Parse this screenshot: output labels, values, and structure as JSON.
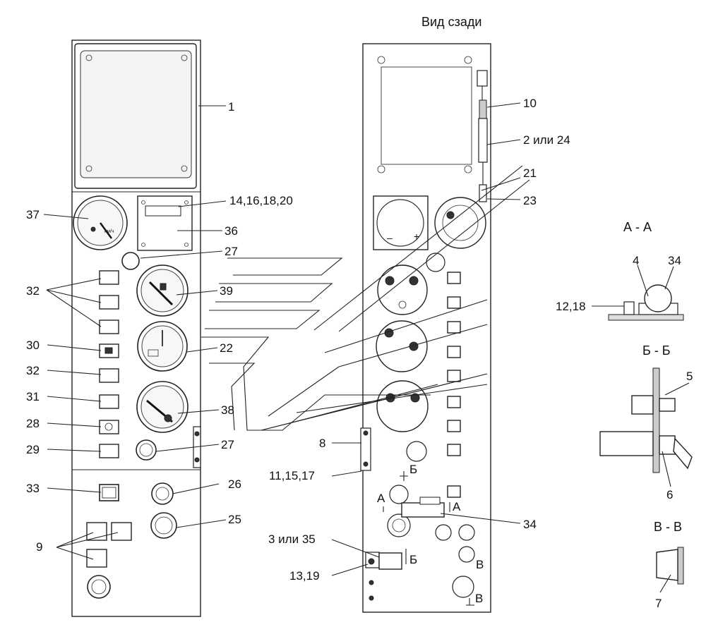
{
  "title": "Вид сзади",
  "sections": {
    "aa": "А - А",
    "bb": "Б - Б",
    "vv": "В - В"
  },
  "callouts_front": {
    "c1": "1",
    "c14": "14,16,18,20",
    "c37": "37",
    "c36": "36",
    "c27a": "27",
    "c32a": "32",
    "c39": "39",
    "c30": "30",
    "c22": "22",
    "c32b": "32",
    "c31": "31",
    "c38": "38",
    "c28": "28",
    "c29": "29",
    "c27b": "27",
    "c33": "33",
    "c26": "26",
    "c25": "25",
    "c9": "9"
  },
  "callouts_rear": {
    "c10": "10",
    "c2": "2 или 24",
    "c21": "21",
    "c23": "23",
    "c8": "8",
    "c11": "11,15,17",
    "c34": "34",
    "c3": "3 или 35",
    "c13": "13,19"
  },
  "callouts_detail": {
    "c4": "4",
    "c34": "34",
    "c12": "12,18",
    "c5": "5",
    "c6": "6",
    "c7": "7"
  },
  "section_marks": {
    "a_left": "А",
    "a_right": "А",
    "b_top": "Б",
    "b_bottom": "Б",
    "v_top": "В",
    "v_bottom": "В"
  },
  "gauge_text": {
    "kmh": "км/ч",
    "minus": "–",
    "plus": "+"
  }
}
